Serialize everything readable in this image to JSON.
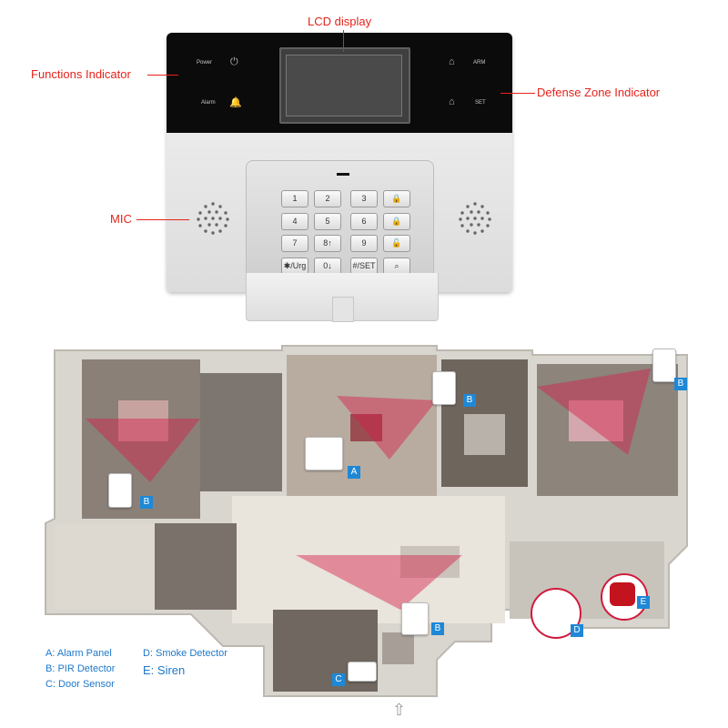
{
  "callouts": {
    "lcd": "LCD display",
    "functions": "Functions Indicator",
    "defense": "Defense Zone Indicator",
    "mic": "MIC"
  },
  "panel": {
    "power": "Power",
    "alarm": "Alarm",
    "arm": "ARM",
    "set": "SET",
    "keys": [
      "1",
      "2",
      "3",
      "🔒",
      "4",
      "5",
      "6",
      "🔒",
      "7",
      "8↑",
      "9",
      "🔓",
      "✱/Urg",
      "0↓",
      "#/SET",
      "⌕"
    ]
  },
  "plan": {
    "markers": {
      "A": "A",
      "B": "B",
      "C": "C",
      "D": "D",
      "E": "E"
    }
  },
  "legend": {
    "a": "A: Alarm Panel",
    "b": "B: PIR Detector",
    "c": "C: Door Sensor",
    "d": "D: Smoke Detector",
    "e": "E: Siren"
  },
  "colors": {
    "callout": "#e5231b",
    "marker": "#1e88d6",
    "legend": "#1e78c8",
    "pir_zone": "#d8204a"
  }
}
